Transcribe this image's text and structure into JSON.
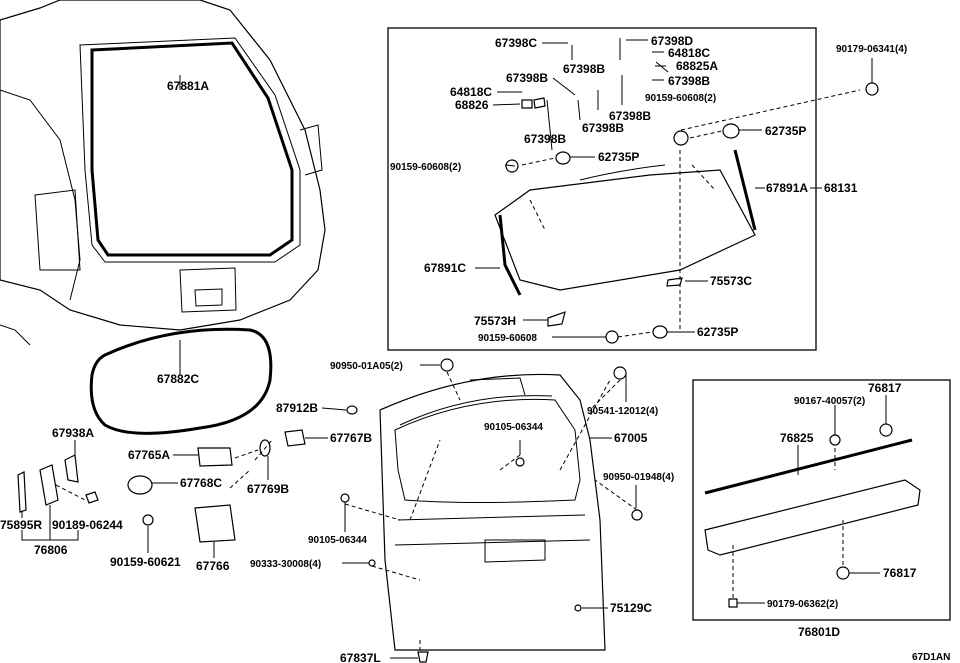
{
  "diagram_id": "67D1AN",
  "labels": {
    "p67881A": "67881A",
    "p67882C": "67882C",
    "p67938A": "67938A",
    "p75895R": "75895R",
    "p90189_06244": "90189-06244",
    "p76806": "76806",
    "p90159_60621": "90159-60621",
    "p67765A": "67765A",
    "p67768C": "67768C",
    "p67766": "67766",
    "p67769B": "67769B",
    "p67767B": "67767B",
    "p87912B": "87912B",
    "p90950_01A05": "90950-01A05(2)",
    "p90105_06344_a": "90105-06344",
    "p90105_06344_b": "90105-06344",
    "p90333_30008": "90333-30008(4)",
    "p67837L": "67837L",
    "p67005": "67005",
    "p90541_12012": "90541-12012(4)",
    "p90950_01948": "90950-01948(4)",
    "p75129C": "75129C",
    "p67398C": "67398C",
    "p67398D": "67398D",
    "p64818C_r": "64818C",
    "p68825A": "68825A",
    "p67398B_1": "67398B",
    "p67398B_2": "67398B",
    "p67398B_3": "67398B",
    "p67398B_4": "67398B",
    "p67398B_5": "67398B",
    "p64818C_l": "64818C",
    "p68826": "68826",
    "p90159_60608_2a": "90159-60608(2)",
    "p90159_60608_2b": "90159-60608(2)",
    "p62735P_1": "62735P",
    "p62735P_2": "62735P",
    "p62735P_3": "62735P",
    "p67891A": "67891A",
    "p68131": "68131",
    "p67891C": "67891C",
    "p75573C": "75573C",
    "p75573H": "75573H",
    "p90159_60608": "90159-60608",
    "p90179_06341": "90179-06341(4)",
    "p76817_a": "76817",
    "p90167_40057": "90167-40057(2)",
    "p76825": "76825",
    "p76817_b": "76817",
    "p90179_06362": "90179-06362(2)",
    "p76801D": "76801D"
  }
}
